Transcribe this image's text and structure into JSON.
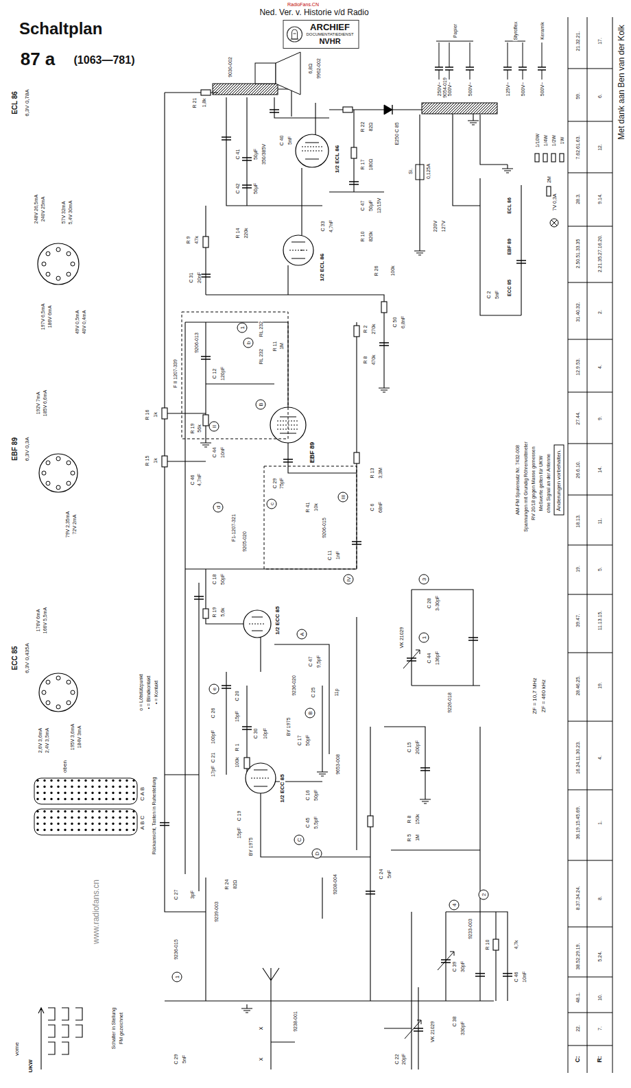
{
  "diagram": {
    "title": "Schaltplan",
    "nodes": [
      {
        "text": [
          "ARCHIEF",
          "DOCUMENTATIEDIENST",
          "NVHR"
        ]
      },
      {
        "text": [
          "Änderungen vorbehalten."
        ]
      },
      {
        "text": [
          "1"
        ]
      },
      {
        "text": [
          "b"
        ]
      },
      {
        "text": [
          "II"
        ]
      },
      {
        "text": [
          "B"
        ]
      },
      {
        "text": [
          "III"
        ]
      },
      {
        "text": [
          "c"
        ]
      },
      {
        "text": [
          "d"
        ]
      },
      {
        "text": [
          "IV"
        ]
      },
      {
        "text": [
          "e"
        ]
      },
      {
        "text": [
          "A"
        ]
      },
      {
        "text": [
          "B"
        ]
      },
      {
        "text": [
          "C"
        ]
      },
      {
        "text": [
          "D"
        ]
      },
      {
        "text": [
          "1"
        ]
      },
      {
        "text": [
          "3"
        ]
      },
      {
        "text": [
          "1"
        ]
      },
      {
        "text": [
          "2"
        ]
      },
      {
        "text": [
          "4"
        ]
      }
    ],
    "labels": [
      "87 a",
      "(1063—781)",
      "Ned. Ver. v. Historie v/d Radio",
      "RadioFans.CN",
      "ECL 86",
      "6,3V 0,78A",
      "248V 26,5mA",
      "240V 25mA",
      "57V 32mA",
      "5,4V 30mA",
      "197V 6,5mA",
      "186V 6mA",
      "49V 0,5mA",
      "40V 0,4mA",
      "EBF 89",
      "6,3V 0,3A",
      "192V 7mA",
      "185V 6,6mA",
      "79V 2,35mA",
      "72V 2mA",
      "ECC 85",
      "6,3V 0,435A",
      "176V 6mA",
      "166V 5,5mA",
      "2,6V 3,6mA",
      "2,4V 3,5mA",
      "195V 3,6mA",
      "184V 3mA",
      "oben",
      "C A B",
      "A B C",
      "o = Lötstützpunkt",
      "• = Blindkontakt",
      "• = Kontakt",
      "Rückansicht, Tasten in Ruhestellung",
      "Schalter in Stellung",
      "FM gezeichnet",
      "vorne",
      "UKW",
      "www.radiofans.cn",
      "R 21",
      "1,8k",
      "9030-002",
      "6,8Ω",
      "9962-002",
      "R 22",
      "82Ω",
      "E250 C 85",
      "9054-019",
      "Si.",
      "0,125A",
      "220V",
      "127V",
      "C 41",
      "50μF",
      "350/385V",
      "C 42",
      "50μF",
      "C 40",
      "5nF",
      "1/2 ECL 86",
      "R 17",
      "180Ω",
      "C 47",
      "50μF",
      "12/15V",
      "R 10",
      "820k",
      "C 33",
      "4,7nF",
      "R 9",
      "47k",
      "R 14",
      "220k",
      "1/2 ECL 86",
      "R 26",
      "100k",
      "C 50",
      "6,8nF",
      "C 31",
      "20nF",
      "F II 1207-339",
      "9206-013",
      "RL 232",
      "RL 232",
      "C 12",
      "120pF",
      "R 11",
      "1M",
      "R 2",
      "270k",
      "R 8",
      "470k",
      "R 16",
      "1k",
      "R 15",
      "1k",
      "R 19",
      "56k",
      "C 44",
      "10nF",
      "C 46",
      "4,7nF",
      "EBF 89",
      "C 29",
      "75pF",
      "R 41",
      "10k",
      "R 13",
      "3,3M",
      "C 6",
      "68nF",
      "F1-1207-321",
      "9205-020",
      "9206-015",
      "C 11",
      "1nF",
      "C 18",
      "50pF",
      "R 19",
      "5,6k",
      "1/2 ECC 85",
      "C 47",
      "9,5pF",
      "9236-020",
      "C 25",
      "11p",
      "C 20",
      "15pF",
      "C 26",
      "100pF",
      "C 30",
      "10pF",
      "C 21",
      "17pF",
      "R 1",
      "100k",
      "BY 1975",
      "C 17",
      "50pF",
      "9653-008",
      "C 16",
      "50pF",
      "C 45",
      "5,5pF",
      "C 19",
      "15pF",
      "1/2 ECC 85",
      "BY 1975",
      "9208-004",
      "VK 21029",
      "C 28",
      "3-30pF",
      "C 44",
      "136pF",
      "9226-018",
      "C 15",
      "200pF",
      "R 8",
      "150k",
      "R 5",
      "1M",
      "C 24",
      "5nF",
      "C 27",
      "3pF",
      "9236-015",
      "9239-003",
      "R 24",
      "82Ω",
      "C 29",
      "5nF",
      "9238-001",
      "C 22",
      "20pF",
      "C 39",
      "30pF",
      "C 38",
      "330pF",
      "VK 21029",
      "R 10",
      "4,7k",
      "C 46",
      "10nF",
      "9233-003",
      "x",
      "x",
      "AM-FM Spulensatz Nr. 7432-008",
      "Spannungen mit Grundig Röhrenvoltmeter",
      "RV 20/18 gegen Masse gemessen",
      "Meßwerte gelten für UKW",
      "ohne Signal an der Antenne",
      "ZF = 10,7 MHz",
      "ZF = 460 kHz",
      "Papier",
      "250V~",
      "500V~",
      "500V~",
      "Styroflex",
      "125V~",
      "500V~",
      "Keramik",
      "500V~",
      "2M",
      "1/10W",
      "1/4W",
      "1/2W",
      "1W",
      "7V 0,3A",
      "ECL 86",
      "EBF 89",
      "ECC 85",
      "C 2",
      "5nF",
      "Met dank aan Ben van der Kolk",
      "C:",
      "R:",
      "22.",
      "48.1.",
      "38.52.29.19.",
      "8.37.34.24.",
      "36.19.15.45.69.",
      "16.24.11.30.23.",
      "28.46.25.",
      "39.47.",
      "19.",
      "18.13.",
      "26.6.10.",
      "27.44.",
      "12.9.53.",
      "31.40.32.",
      "2.50.51.33.35",
      "28.3.",
      "7.62.61.63.",
      "59.",
      "21.32.21.",
      "7.",
      "10.",
      "5.24.",
      "8.",
      "1.",
      "4.",
      "19.",
      "11.13.15.",
      "5.",
      "11.",
      "14.",
      "9.",
      "4.",
      "2.",
      "2.21.35.27.16.20.",
      "9.14.",
      "12.",
      "6.",
      "17."
    ]
  }
}
